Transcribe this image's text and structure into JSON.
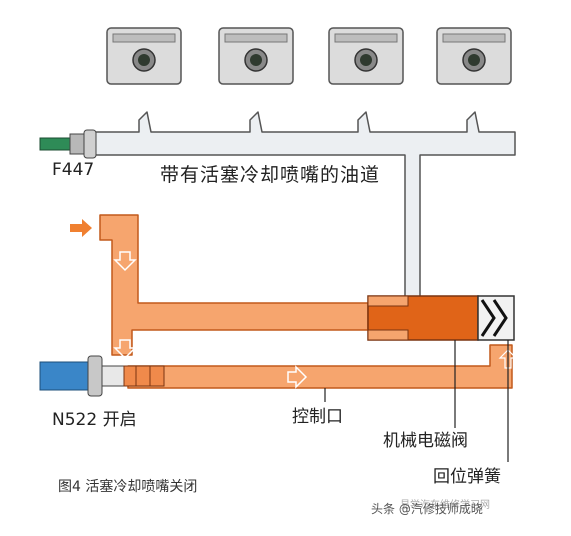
{
  "labels": {
    "sensor_f447": "F447",
    "oil_channel": "带有活塞冷却喷嘴的油道",
    "valve_n522": "N522 开启",
    "control_port": "控制口",
    "mech_solenoid_valve": "机械电磁阀",
    "return_spring": "回位弹簧"
  },
  "caption": "图4   活塞冷却喷嘴关闭",
  "watermark": "头条 @汽修技师成晓",
  "watermark_faint": "易学汽车维修学习网",
  "colors": {
    "oil_active": "#f08a4b",
    "oil_active_fill": "#f6a56e",
    "channel_fill": "#eceff2",
    "piston_fill": "#dcdcdc",
    "valve_body": "#e06418",
    "sensor_green": "#2e8b57",
    "n522_blue": "#3a86c8",
    "arrow_orange": "#f08030"
  }
}
